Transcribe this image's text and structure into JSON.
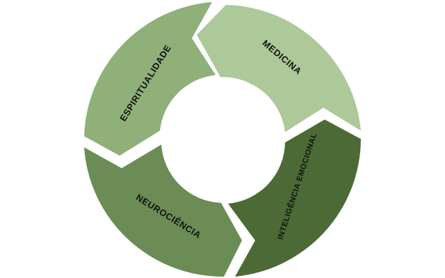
{
  "colors": {
    "background": "#ffffff",
    "label": "#111111"
  },
  "segments": [
    {
      "label": "MEDICINA",
      "color": "#adc999"
    },
    {
      "label": "INTELIGÊNCIA EMOCIONAL",
      "color": "#4b6a36"
    },
    {
      "label": "NEUROCIÊNCIA",
      "color": "#6b8c54"
    },
    {
      "label": "ESPIRITUALIDADE",
      "color": "#8fb079"
    }
  ]
}
